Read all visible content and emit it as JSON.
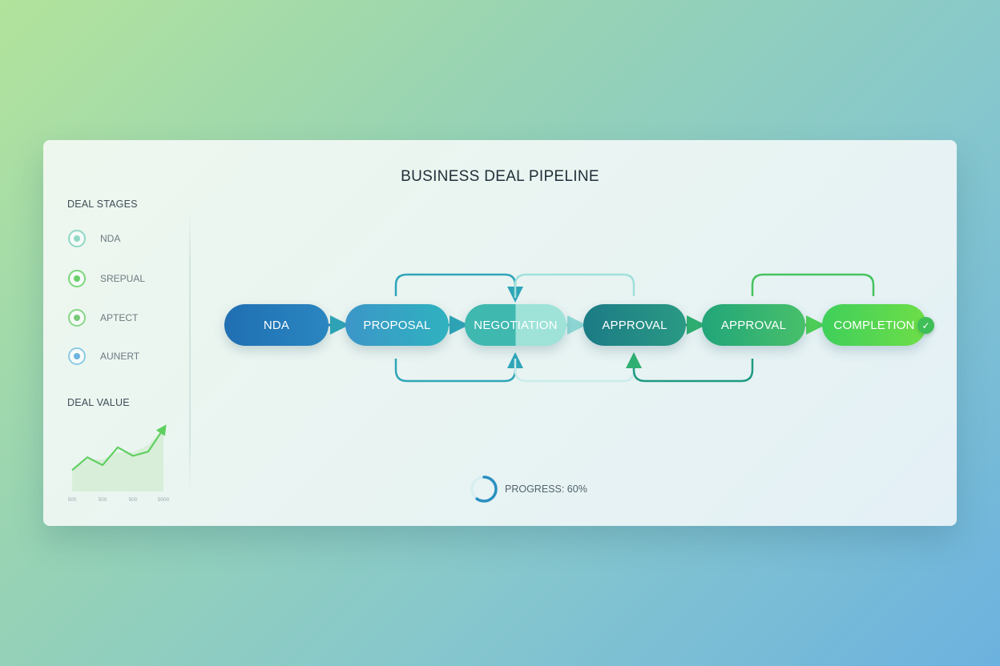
{
  "title": "BUSINESS DEAL PIPELINE",
  "sidebar": {
    "stages_heading": "DEAL STAGES",
    "stages": [
      {
        "label": "NDA",
        "dot_color": "#8fd8c6"
      },
      {
        "label": "SREPUAL",
        "dot_color": "#6ccf6a"
      },
      {
        "label": "APTECT",
        "dot_color": "#78c97a"
      },
      {
        "label": "AUNERT",
        "dot_color": "#6fb3df"
      }
    ],
    "value_heading": "DEAL VALUE",
    "value_chart": {
      "type": "area",
      "tick_labels": [
        "500",
        "500",
        "500",
        "5000"
      ],
      "line_points": [
        30,
        48,
        37,
        62,
        50,
        56,
        88
      ],
      "area_points": [
        30,
        45,
        45,
        55,
        55,
        65,
        88
      ],
      "line_color": "#5fcf5f",
      "area_color": "#d5ecd5"
    }
  },
  "pipeline": {
    "stages": [
      {
        "label": "NDA",
        "color_start": "#1f6fb2",
        "color_end": "#2a86c0"
      },
      {
        "label": "PROPOSAL",
        "color_start": "#3c96c8",
        "color_end": "#2fb2bf"
      },
      {
        "label": "NEGOTIATION",
        "color_start": "#3fb8b0",
        "color_end": "#9ee2d8"
      },
      {
        "label": "APPROVAL",
        "color_start": "#1c7b86",
        "color_end": "#2a9a84"
      },
      {
        "label": "APPROVAL",
        "color_start": "#22a57a",
        "color_end": "#48c06a"
      },
      {
        "label": "COMPLETION",
        "color_start": "#3fcf5a",
        "color_end": "#6ede48"
      }
    ],
    "completed_icon": "check-icon"
  },
  "progress": {
    "label": "PROGRESS: 60%",
    "value": 0.6
  }
}
